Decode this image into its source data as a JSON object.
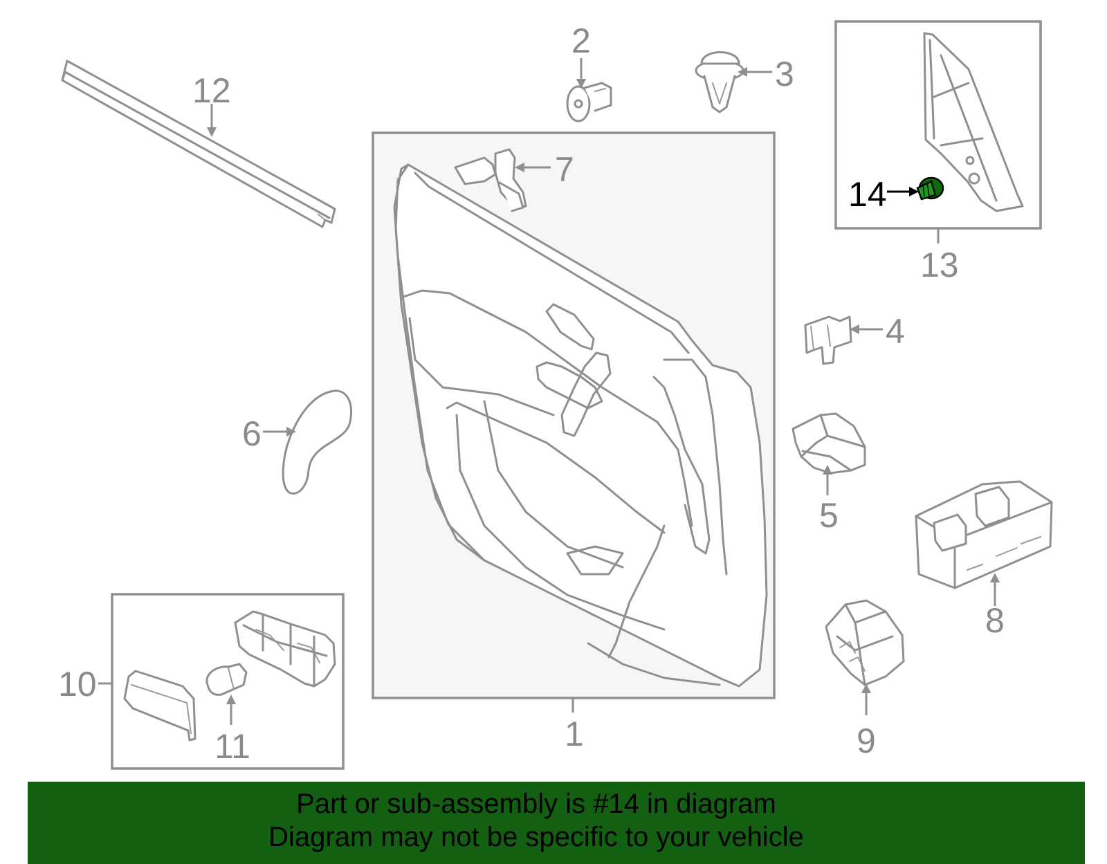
{
  "colors": {
    "line": "#8f8f8f",
    "highlight": "#1f9a1f",
    "footer_background": "#136012",
    "footer_text": "#000000"
  },
  "callouts": {
    "c1": "1",
    "c2": "2",
    "c3": "3",
    "c4": "4",
    "c5": "5",
    "c6": "6",
    "c7": "7",
    "c8": "8",
    "c9": "9",
    "c10": "10",
    "c11": "11",
    "c12": "12",
    "c13": "13",
    "c14": "14"
  },
  "highlighted_callout": "14",
  "footer": {
    "line1": "Part or sub-assembly is #14 in diagram",
    "line2": "Diagram may not be specific to your vehicle"
  }
}
